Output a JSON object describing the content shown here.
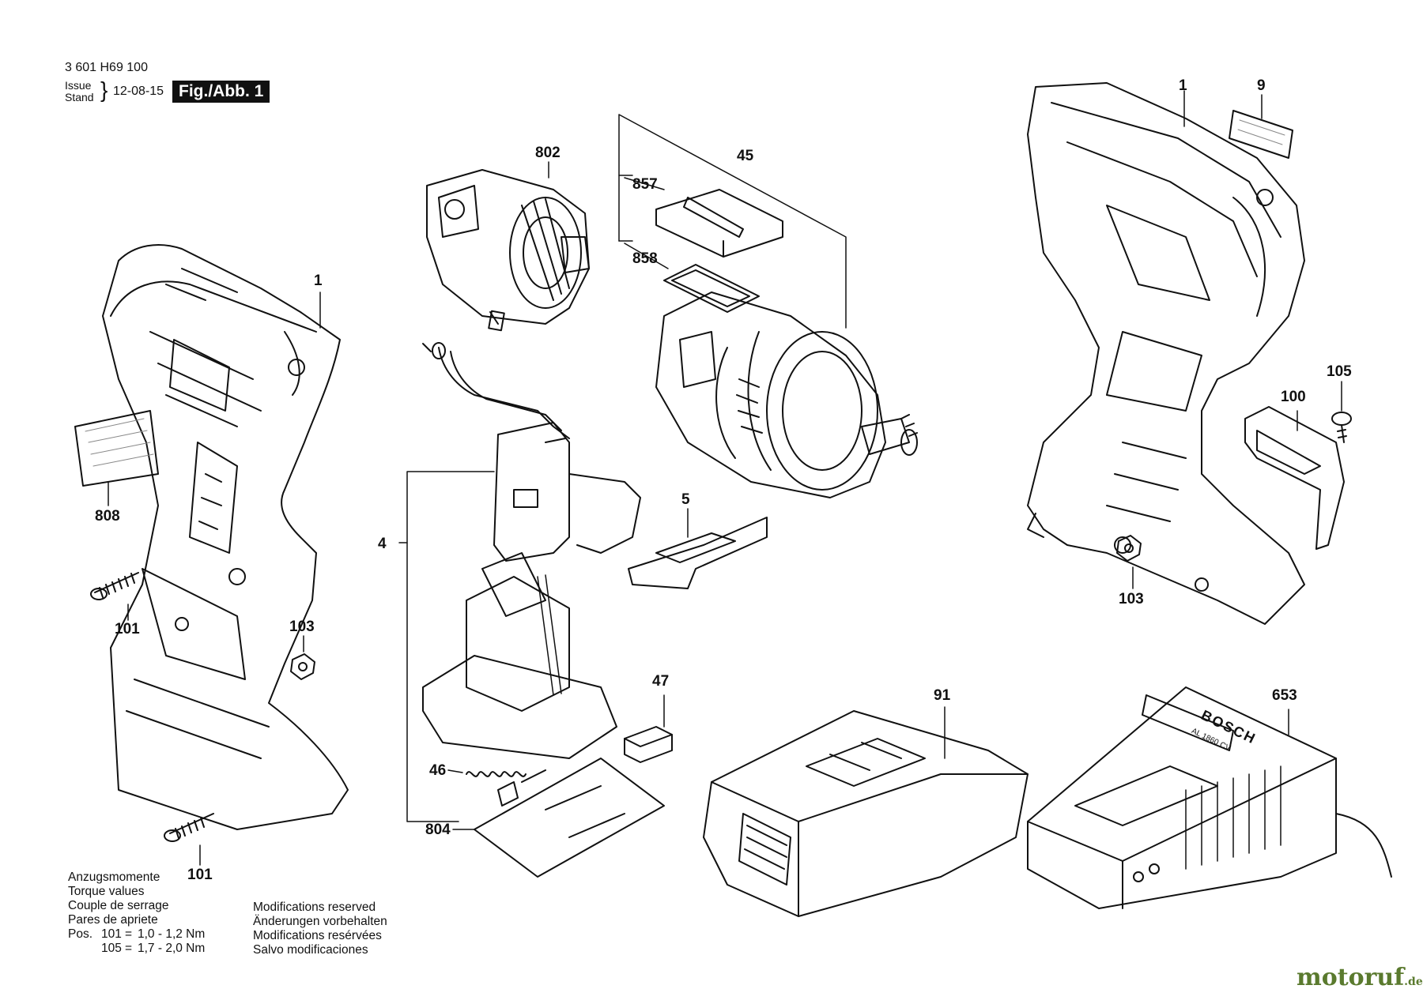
{
  "header": {
    "doc_number": "3 601 H69 100",
    "issue_label": "Issue",
    "stand_label": "Stand",
    "date": "12-08-15",
    "figure": "Fig./Abb. 1"
  },
  "part_labels": {
    "p1_left": "1",
    "p808": "808",
    "p101_top": "101",
    "p103_left": "103",
    "p101_bottom": "101",
    "p802": "802",
    "p45": "45",
    "p857": "857",
    "p858": "858",
    "p4": "4",
    "p5": "5",
    "p47": "47",
    "p46": "46",
    "p804": "804",
    "p1_right": "1",
    "p9": "9",
    "p105": "105",
    "p100": "100",
    "p103_right": "103",
    "p91": "91",
    "p653": "653"
  },
  "torque": {
    "lines": [
      "Anzugsmomente",
      "Torque values",
      "Couple de serrage",
      "Pares de apriete"
    ],
    "pos_label": "Pos.",
    "rows": [
      {
        "pos": "101",
        "eq": "=",
        "value": "1,0 - 1,2 Nm"
      },
      {
        "pos": "105",
        "eq": "=",
        "value": "1,7 - 2,0 Nm"
      }
    ]
  },
  "modifications": [
    "Modifications reserved",
    "Änderungen vorbehalten",
    "Modifications resérvées",
    "Salvo modificaciones"
  ],
  "charger_text": {
    "brand": "BOSCH",
    "model": "AL 1860 CV"
  },
  "watermark": {
    "name": "motoruf",
    "tld": ".de"
  }
}
